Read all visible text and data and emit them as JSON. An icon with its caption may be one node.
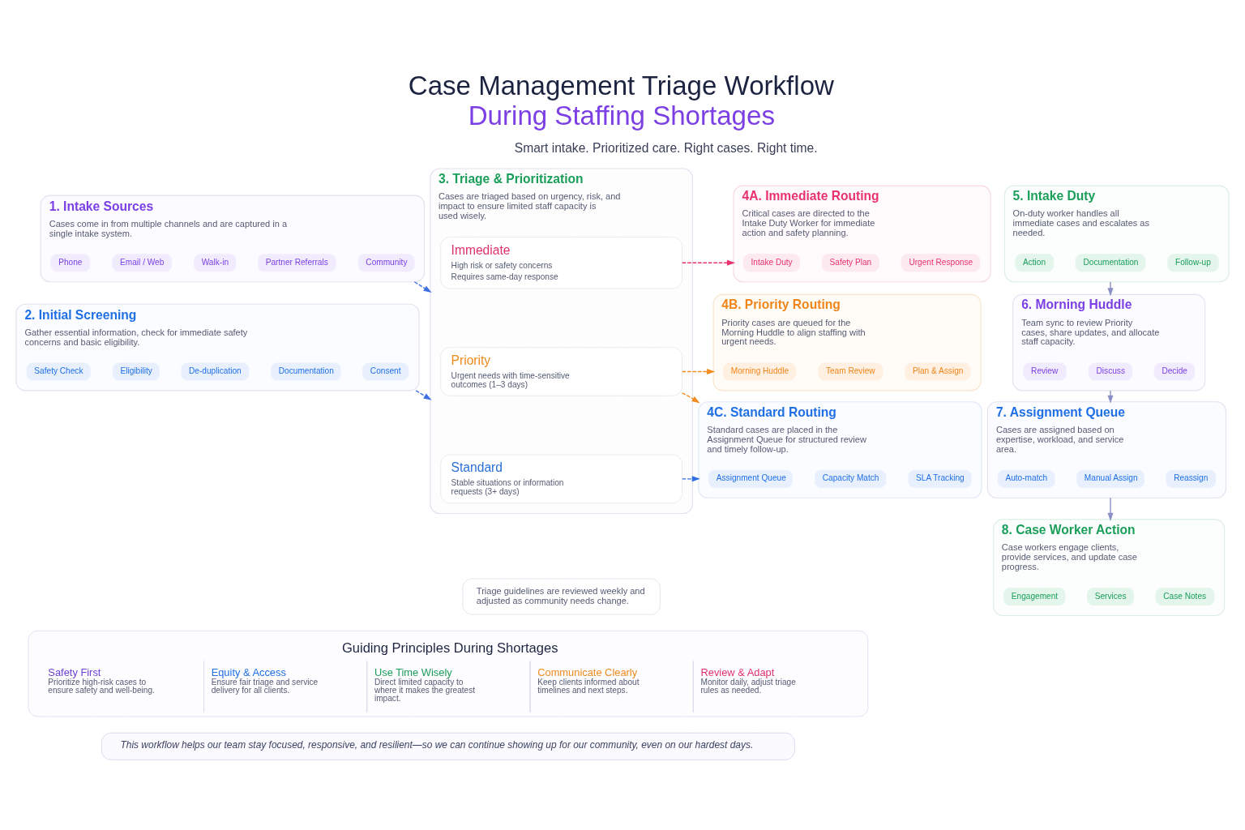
{
  "diagram": {
    "title": "Case Management Triage Workflow During Staffing Shortages",
    "nodes": [
      {
        "text": [
          "1. Intake Sources",
          "Cases come in from multiple channels and are captured in a single intake system."
        ]
      },
      {
        "text": [
          "Phone"
        ],
        "in": 0
      },
      {
        "text": [
          "Email / Web"
        ],
        "in": 0
      },
      {
        "text": [
          "Walk-in"
        ],
        "in": 0
      },
      {
        "text": [
          "Partner Referrals"
        ],
        "in": 0
      },
      {
        "text": [
          "Community"
        ],
        "in": 0
      },
      {
        "text": [
          "2. Initial Screening",
          "Gather essential information, check for immediate safety concerns and basic eligibility."
        ]
      },
      {
        "text": [
          "Safety Check"
        ],
        "in": 6
      },
      {
        "text": [
          "Eligibility"
        ],
        "in": 6
      },
      {
        "text": [
          "De-duplication"
        ],
        "in": 6
      },
      {
        "text": [
          "Documentation"
        ],
        "in": 6
      },
      {
        "text": [
          "Consent"
        ],
        "in": 6
      },
      {
        "text": [
          "3. Triage & Prioritization",
          "Cases are triaged based on urgency, risk, and impact to ensure limited staff capacity is used wisely."
        ]
      },
      {
        "text": [
          "Immediate",
          "High risk or safety concerns",
          "Requires same-day response"
        ],
        "in": 12
      },
      {
        "text": [
          "Priority",
          "Urgent needs with time-sensitive outcomes (1–3 days)"
        ],
        "in": 12
      },
      {
        "text": [
          "Standard",
          "Stable situations or information requests (3+ days)"
        ],
        "in": 12
      },
      {
        "text": [
          "Triage guidelines are reviewed weekly and adjusted as community needs change."
        ]
      },
      {
        "text": [
          "4A. Immediate Routing",
          "Critical cases are directed to the Intake Duty Worker for immediate action and safety planning."
        ]
      },
      {
        "text": [
          "Intake Duty"
        ],
        "in": 17
      },
      {
        "text": [
          "Safety Plan"
        ],
        "in": 17
      },
      {
        "text": [
          "Urgent Response"
        ],
        "in": 17
      },
      {
        "text": [
          "4B. Priority Routing",
          "Priority cases are queued for the Morning Huddle to align staffing with urgent needs."
        ]
      },
      {
        "text": [
          "Morning Huddle"
        ],
        "in": 21
      },
      {
        "text": [
          "Team Review"
        ],
        "in": 21
      },
      {
        "text": [
          "Plan & Assign"
        ],
        "in": 21
      },
      {
        "text": [
          "4C. Standard Routing",
          "Standard cases are placed in the Assignment Queue for structured review and timely follow-up."
        ]
      },
      {
        "text": [
          "Assignment Queue"
        ],
        "in": 25
      },
      {
        "text": [
          "Capacity Match"
        ],
        "in": 25
      },
      {
        "text": [
          "SLA Tracking"
        ],
        "in": 25
      },
      {
        "text": [
          "5. Intake Duty",
          "On-duty worker handles all immediate cases and escalates as needed."
        ]
      },
      {
        "text": [
          "Action"
        ],
        "in": 29
      },
      {
        "text": [
          "Documentation"
        ],
        "in": 29
      },
      {
        "text": [
          "Follow-up"
        ],
        "in": 29
      },
      {
        "text": [
          "6. Morning Huddle",
          "Team sync to review Priority cases, share updates, and allocate staff capacity."
        ]
      },
      {
        "text": [
          "Review"
        ],
        "in": 33
      },
      {
        "text": [
          "Discuss"
        ],
        "in": 33
      },
      {
        "text": [
          "Decide"
        ],
        "in": 33
      },
      {
        "text": [
          "7. Assignment Queue",
          "Cases are assigned based on expertise, workload, and service area."
        ]
      },
      {
        "text": [
          "Auto-match"
        ],
        "in": 37
      },
      {
        "text": [
          "Manual Assign"
        ],
        "in": 37
      },
      {
        "text": [
          "Reassign"
        ],
        "in": 37
      },
      {
        "text": [
          "8. Case Worker Action",
          "Case workers engage clients, provide services, and update case progress."
        ]
      },
      {
        "text": [
          "Engagement"
        ],
        "in": 41
      },
      {
        "text": [
          "Services"
        ],
        "in": 41
      },
      {
        "text": [
          "Case Notes"
        ],
        "in": 41
      },
      {
        "text": [
          "Guiding Principles During Shortages",
          "Safety First",
          "Prioritize high-risk cases to ensure safety and well-being.",
          "Equity & Access",
          "Ensure fair triage and service delivery for all clients.",
          "Use Time Wisely",
          "Direct limited capacity to where it makes the greatest impact.",
          "Communicate Clearly",
          "Keep clients informed about timelines and next steps.",
          "Review & Adapt",
          "Monitor daily, adjust triage rules as needed."
        ]
      },
      {
        "text": [
          "This workflow helps our team stay focused, responsive, and resilient—so we can continue showing up for our community, even on our hardest days."
        ]
      }
    ],
    "edges": [
      {
        "from": 0,
        "to": 12,
        "arrow": "to",
        "style": "dashed",
        "color": "#3f6fe3"
      },
      {
        "from": 6,
        "to": 12,
        "arrow": "to",
        "style": "dashed",
        "color": "#3f6fe3"
      },
      {
        "from": 13,
        "to": 17,
        "arrow": "to",
        "style": "dashed",
        "color": "#e8336f"
      },
      {
        "from": 14,
        "to": 21,
        "arrow": "to",
        "style": "dashed",
        "color": "#f28c1f"
      },
      {
        "from": 14,
        "to": 25,
        "arrow": "to",
        "style": "dashed",
        "color": "#f28c1f"
      },
      {
        "from": 15,
        "to": 25,
        "arrow": "to",
        "style": "dashed",
        "color": "#2f6fe0"
      },
      {
        "from": 29,
        "to": 33,
        "arrow": "to"
      },
      {
        "from": 33,
        "to": 37,
        "arrow": "to"
      },
      {
        "from": 37,
        "to": 41,
        "arrow": "to"
      }
    ],
    "labels": [
      "Smart intake. Prioritized care. Right cases. Right time."
    ]
  }
}
